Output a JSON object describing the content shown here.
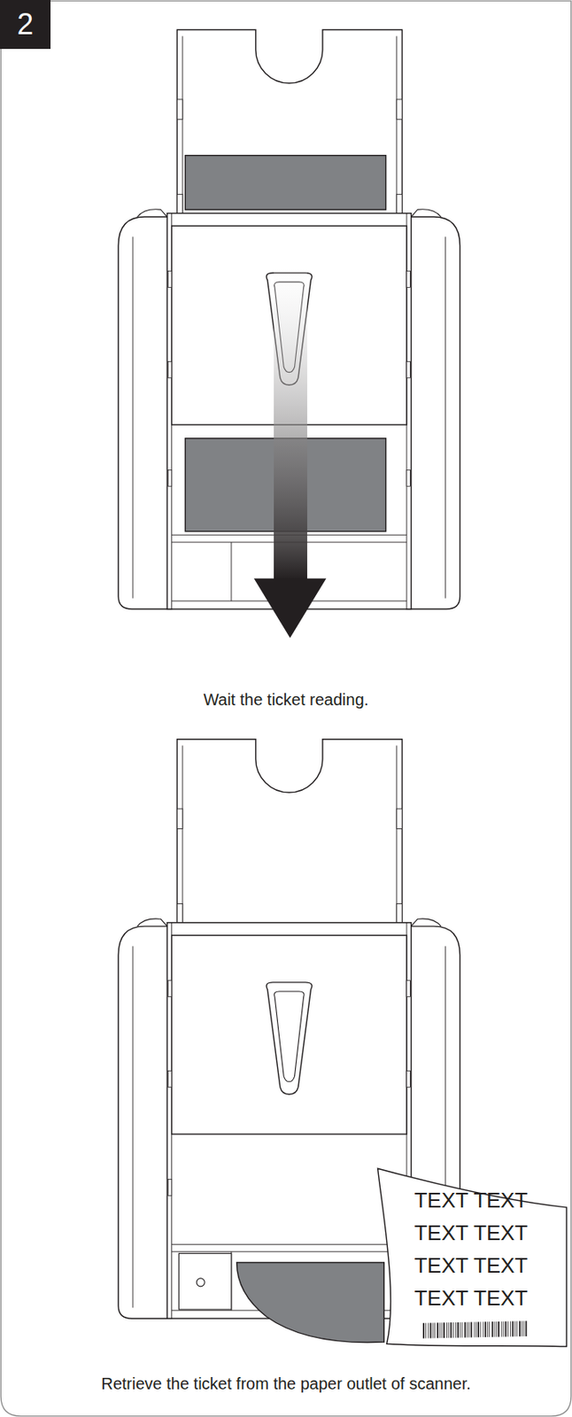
{
  "diagram": {
    "nodes": [
      {
        "text": [
          "2"
        ]
      },
      {
        "text": [
          "TEXT TEXT",
          "TEXT TEXT",
          "TEXT TEXT",
          "TEXT TEXT"
        ]
      }
    ],
    "labels": [
      "Wait the ticket reading.",
      "Retrieve the ticket from the paper outlet of scanner."
    ]
  }
}
